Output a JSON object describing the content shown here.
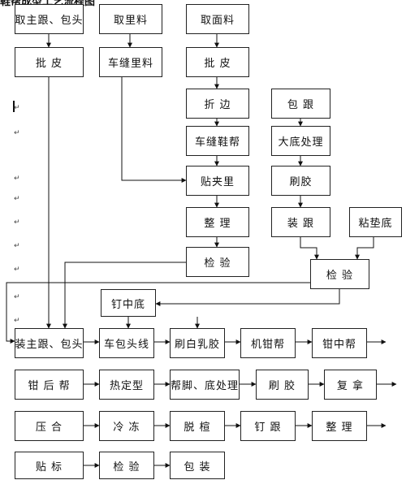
{
  "title": "鞋帮成型工艺流程图",
  "margin_mark": "↵",
  "nodes": [
    {
      "id": "qzg",
      "label": "取主跟、包头"
    },
    {
      "id": "qll",
      "label": "取里料"
    },
    {
      "id": "qml",
      "label": "取面料"
    },
    {
      "id": "pp1",
      "label": "批 皮"
    },
    {
      "id": "cfll",
      "label": "车缝里料"
    },
    {
      "id": "pp2",
      "label": "批 皮"
    },
    {
      "id": "zb",
      "label": "折 边"
    },
    {
      "id": "bg",
      "label": "包 跟"
    },
    {
      "id": "cfxb",
      "label": "车缝鞋帮"
    },
    {
      "id": "ddcl",
      "label": "大底处理"
    },
    {
      "id": "tjl",
      "label": "贴夹里"
    },
    {
      "id": "sj1",
      "label": "刷胶"
    },
    {
      "id": "zl1",
      "label": "整 理"
    },
    {
      "id": "zg",
      "label": "装 跟"
    },
    {
      "id": "zdd",
      "label": "粘垫底"
    },
    {
      "id": "jy1",
      "label": "检 验"
    },
    {
      "id": "jy2",
      "label": "检 验"
    },
    {
      "id": "dzd",
      "label": "钉中底"
    },
    {
      "id": "zzg",
      "label": "装主跟、包头"
    },
    {
      "id": "cbtx",
      "label": "车包头线"
    },
    {
      "id": "sbrj",
      "label": "刷白乳胶"
    },
    {
      "id": "jqb",
      "label": "机钳帮"
    },
    {
      "id": "qzb",
      "label": "钳中帮"
    },
    {
      "id": "qhb",
      "label": "钳 后 帮"
    },
    {
      "id": "rdx",
      "label": "热定型"
    },
    {
      "id": "bjdcl",
      "label": "帮脚、底处理"
    },
    {
      "id": "sj2",
      "label": "刷 胶"
    },
    {
      "id": "fz",
      "label": "复 拿"
    },
    {
      "id": "yh",
      "label": "压 合"
    },
    {
      "id": "ld",
      "label": "冷 冻"
    },
    {
      "id": "tx",
      "label": "脱 楦"
    },
    {
      "id": "dg",
      "label": "钉 跟"
    },
    {
      "id": "zl2",
      "label": "整 理"
    },
    {
      "id": "tb",
      "label": "贴 标"
    },
    {
      "id": "jy3",
      "label": "检 验"
    },
    {
      "id": "bz",
      "label": "包 装"
    }
  ]
}
